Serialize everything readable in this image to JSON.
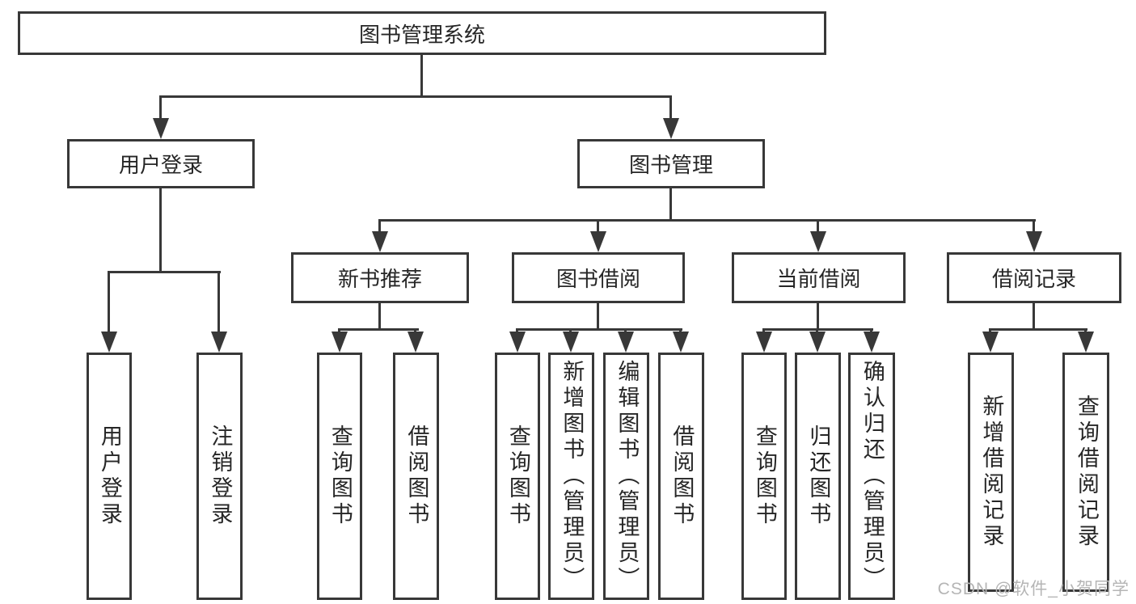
{
  "diagram_title": "图书管理系统",
  "tree": {
    "root": {
      "label": "图书管理系统"
    },
    "branches": [
      {
        "label": "用户登录",
        "children": [
          {
            "label": "用户登录"
          },
          {
            "label": "注销登录"
          }
        ]
      },
      {
        "label": "图书管理",
        "children": [
          {
            "label": "新书推荐",
            "children": [
              {
                "label": "查询图书"
              },
              {
                "label": "借阅图书"
              }
            ]
          },
          {
            "label": "图书借阅",
            "children": [
              {
                "label": "查询图书"
              },
              {
                "label": "新增图书（管理员）"
              },
              {
                "label": "编辑图书（管理员）"
              },
              {
                "label": "借阅图书"
              }
            ]
          },
          {
            "label": "当前借阅",
            "children": [
              {
                "label": "查询图书"
              },
              {
                "label": "归还图书"
              },
              {
                "label": "确认归还（管理员）"
              }
            ]
          },
          {
            "label": "借阅记录",
            "children": [
              {
                "label": "新增借阅记录"
              },
              {
                "label": "查询借阅记录"
              }
            ]
          }
        ]
      }
    ]
  },
  "watermark": {
    "text": "CSDN @软件_小贺同学"
  },
  "colors": {
    "line": "#383838",
    "text": "#262626",
    "background": "#ffffff",
    "watermark": "#b5b5b5"
  }
}
